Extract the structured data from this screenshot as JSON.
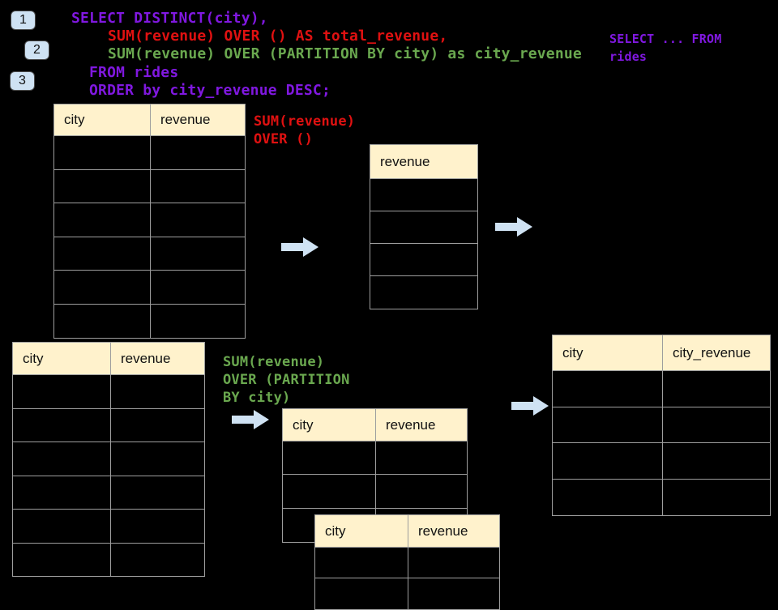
{
  "palette": {
    "purple": "#8018E0",
    "red": "#E01111",
    "green": "#6AA84F",
    "table_header_bg": "#FFF2CC",
    "arrow_fill": "#CFE2F3",
    "border_gray": "#9E9E9E",
    "badge_bg": "#CFE2F3"
  },
  "badges": [
    "1",
    "2",
    "3"
  ],
  "sql": {
    "lines": [
      {
        "text": "SELECT DISTINCT(city),",
        "color": "purple"
      },
      {
        "text": "SUM(revenue) OVER () AS total_revenue,",
        "color": "red"
      },
      {
        "text": "SUM(revenue) OVER (PARTITION BY city) as city_revenue",
        "color": "green"
      },
      {
        "text": "FROM rides",
        "color": "purple"
      },
      {
        "text": "ORDER by city_revenue DESC;",
        "color": "purple"
      }
    ]
  },
  "side_note": {
    "line1": "SELECT ... FROM",
    "line2": "rides"
  },
  "annotations": {
    "total": {
      "line1": "SUM(revenue)",
      "line2": "OVER ()"
    },
    "partition": {
      "line1": "SUM(revenue)",
      "line2": "OVER (PARTITION",
      "line3": "BY city)"
    }
  },
  "tables": {
    "source_top": {
      "columns": [
        "city",
        "revenue"
      ]
    },
    "total_result": {
      "columns": [
        "revenue"
      ]
    },
    "source_bottom": {
      "columns": [
        "city",
        "revenue"
      ]
    },
    "partition_step1": {
      "columns": [
        "city",
        "revenue"
      ]
    },
    "partition_step2": {
      "columns": [
        "city",
        "revenue"
      ]
    },
    "partition_result": {
      "columns": [
        "city",
        "city_revenue"
      ]
    }
  },
  "icons": {
    "arrow_right": "block-arrow-right"
  }
}
